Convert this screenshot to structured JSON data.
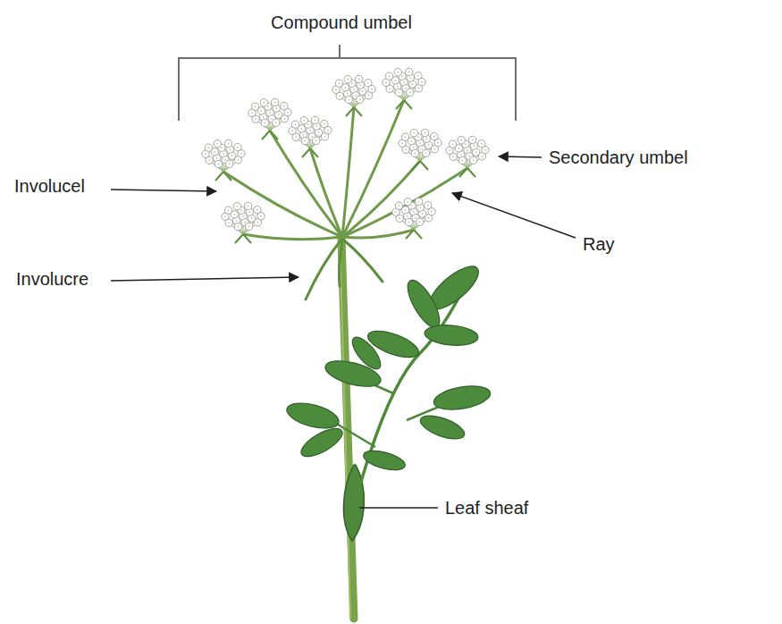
{
  "diagram": {
    "labels": [
      "Compound umbel",
      "Secondary umbel",
      "Involucel",
      "Ray",
      "Involucre",
      "Leaf sheaf"
    ]
  }
}
